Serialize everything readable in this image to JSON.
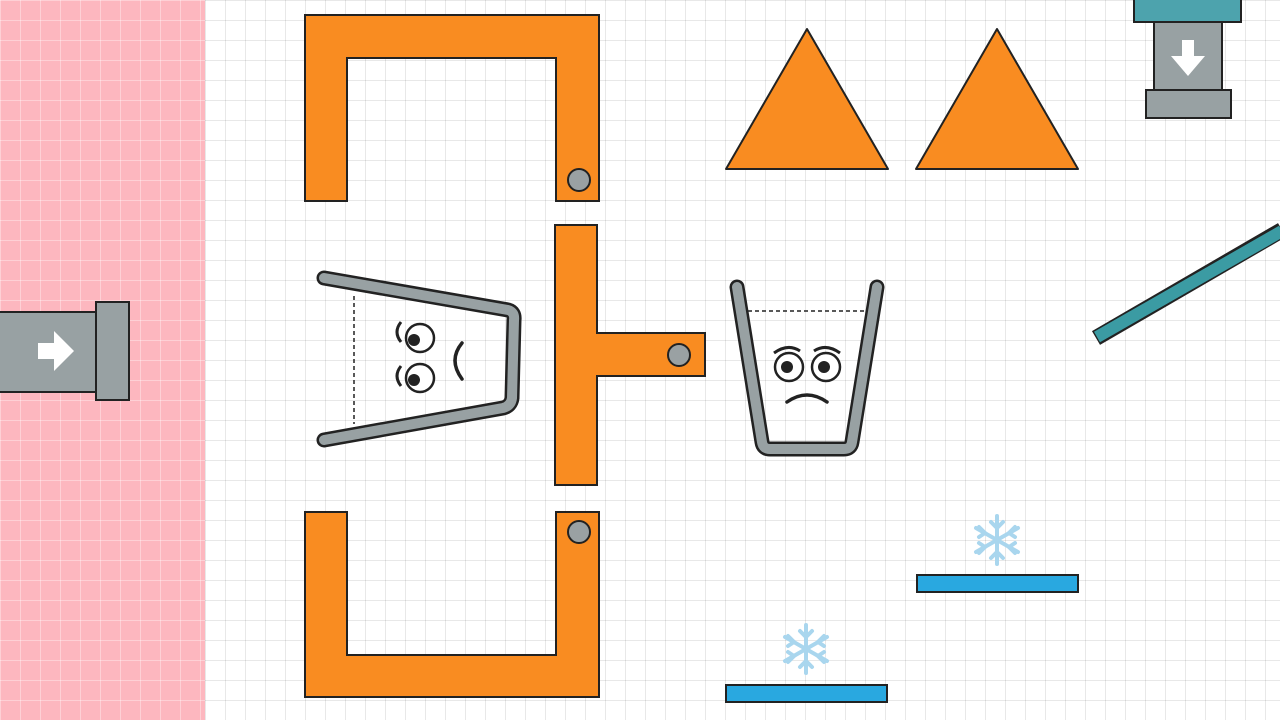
{
  "colors": {
    "background": "#ffffff",
    "left_panel_bg": "#fdb7bf",
    "orange_block": "#f98c21",
    "outline": "#222222",
    "pivot_pin": "#9aa1a3",
    "glass": "#98a1a3",
    "dispenser": "#98a1a3",
    "dispenser_cap_teal": "#4da3ad",
    "teal_ramp": "#3b9ba3",
    "ice_platform": "#29a8e0",
    "snowflake": "#a9d6ee"
  },
  "scenes": [
    {
      "name": "left-level",
      "elements": {
        "water_dispenser": {
          "arrow": "right-arrow-icon"
        },
        "tilted_glass": {
          "expression": "sad"
        },
        "pivoting_orange_blocks": 3,
        "pivot_pins": 3
      }
    },
    {
      "name": "right-level",
      "elements": {
        "water_dispenser": {
          "arrow": "down-arrow-icon"
        },
        "upright_glass": {
          "expression": "sad"
        },
        "orange_triangles": 2,
        "teal_ramp": 1,
        "ice_platforms": 2,
        "snowflake_icons": 2
      }
    }
  ]
}
